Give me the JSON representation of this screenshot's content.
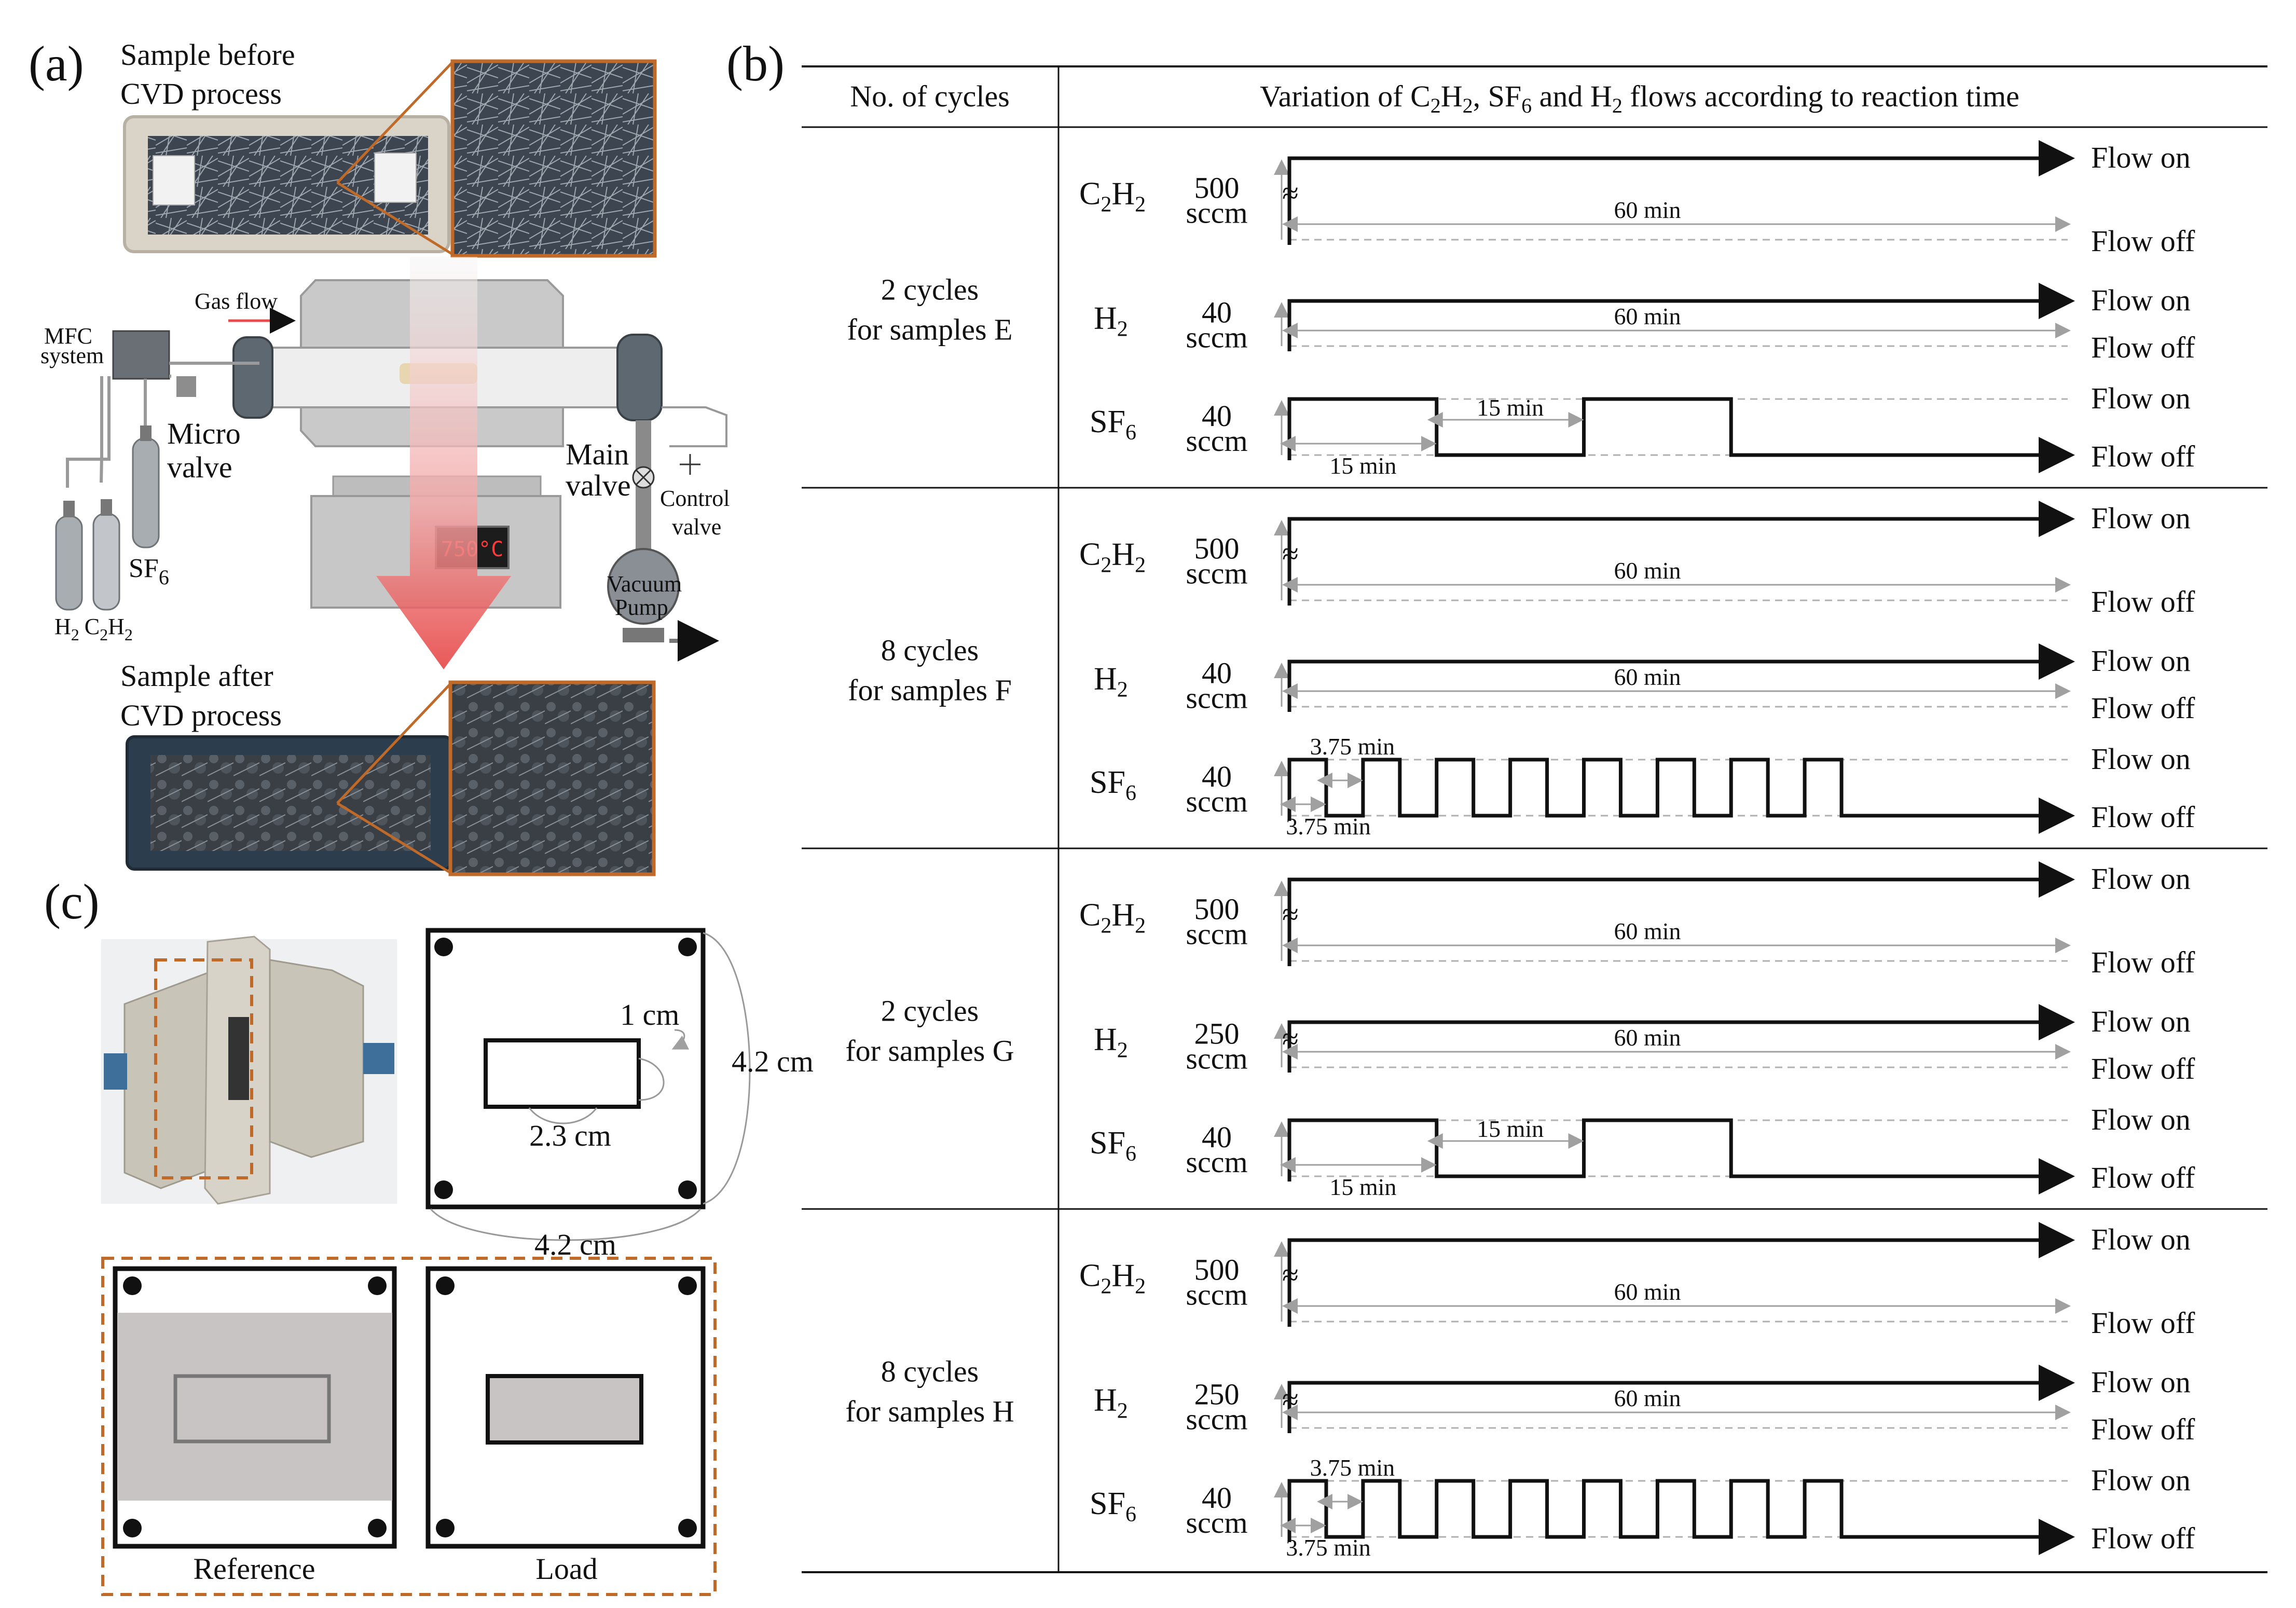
{
  "panels": {
    "a": "(a)",
    "b": "(b)",
    "c": "(c)"
  },
  "panel_a": {
    "before": [
      "Sample before",
      "CVD process"
    ],
    "after": [
      "Sample after",
      "CVD process"
    ],
    "gas_flow": "Gas flow",
    "mfc": [
      "MFC",
      "system"
    ],
    "micro_valve": [
      "Micro",
      "valve"
    ],
    "main_valve": [
      "Main",
      "valve"
    ],
    "control_valve": [
      "Control",
      "valve"
    ],
    "vacuum_pump": [
      "Vacuum",
      "Pump"
    ],
    "sf6": "SF",
    "sf6_sub": "6",
    "cylinders": {
      "h2": "H",
      "h2_sub": "2",
      "c2h2_a": "C",
      "c2h2_sub1": "2",
      "c2h2_b": "H",
      "c2h2_sub2": "2"
    },
    "temperature": "750°C",
    "colors": {
      "frame": "#c06a2a",
      "arrow": "#e84a4a",
      "furnace": "#c8c8c8"
    }
  },
  "panel_b": {
    "header_cycles": "No. of cycles",
    "header_variation": [
      "Variation of C",
      "2",
      "H",
      "2",
      ", SF",
      "6",
      " and H",
      "2",
      " flows according to reaction time"
    ],
    "flow_on": "Flow on",
    "flow_off": "Flow off",
    "gases": {
      "c2h2": [
        "C",
        "2",
        "H",
        "2"
      ],
      "h2": [
        "H",
        "2"
      ],
      "sf6": [
        "SF",
        "6"
      ]
    },
    "unit": "sccm",
    "total_time": "60 min",
    "rows": [
      {
        "cycles": "2 cycles",
        "samples": "for samples E",
        "c2h2_flow": "500",
        "h2_flow": "40",
        "sf6_flow": "40",
        "period": "15 min",
        "n_cycles": 2
      },
      {
        "cycles": "8 cycles",
        "samples": "for samples F",
        "c2h2_flow": "500",
        "h2_flow": "40",
        "sf6_flow": "40",
        "period": "3.75 min",
        "n_cycles": 8
      },
      {
        "cycles": "2 cycles",
        "samples": "for samples G",
        "c2h2_flow": "500",
        "h2_flow": "250",
        "sf6_flow": "40",
        "period": "15 min",
        "n_cycles": 2
      },
      {
        "cycles": "8 cycles",
        "samples": "for samples H",
        "c2h2_flow": "500",
        "h2_flow": "250",
        "sf6_flow": "40",
        "period": "3.75 min",
        "n_cycles": 8
      }
    ]
  },
  "panel_c": {
    "opening": "1 cm",
    "height": "4.2 cm",
    "width": "4.2 cm",
    "slot_width": "2.3 cm",
    "reference": "Reference",
    "load": "Load",
    "colors": {
      "dash": "#c06a2a",
      "fill": "#c8c4c4"
    }
  }
}
